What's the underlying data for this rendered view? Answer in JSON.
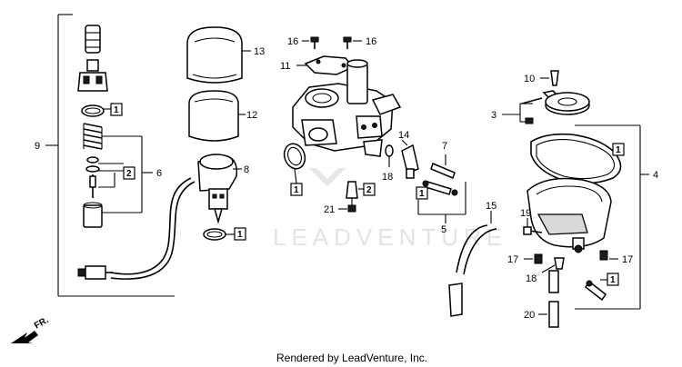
{
  "watermark": "LEADVENTURE",
  "credit": "Rendered by LeadVenture, Inc.",
  "front_indicator": "FR.",
  "callouts": {
    "c1a": "1",
    "c1b": "1",
    "c1c": "1",
    "c1d": "1",
    "c1e": "1",
    "c1f": "1",
    "c2a": "2",
    "c2b": "2",
    "c3": "3",
    "c4": "4",
    "c6": "6",
    "c7": "7",
    "c8": "8",
    "c9": "9",
    "c10": "10",
    "c11": "11",
    "c12": "12",
    "c13": "13",
    "c14": "14",
    "c15": "15",
    "c16a": "16",
    "c16b": "16",
    "c17a": "17",
    "c17b": "17",
    "c18a": "18",
    "c18b": "18",
    "c19": "19",
    "c20": "20",
    "c21": "21",
    "c5": "5"
  }
}
